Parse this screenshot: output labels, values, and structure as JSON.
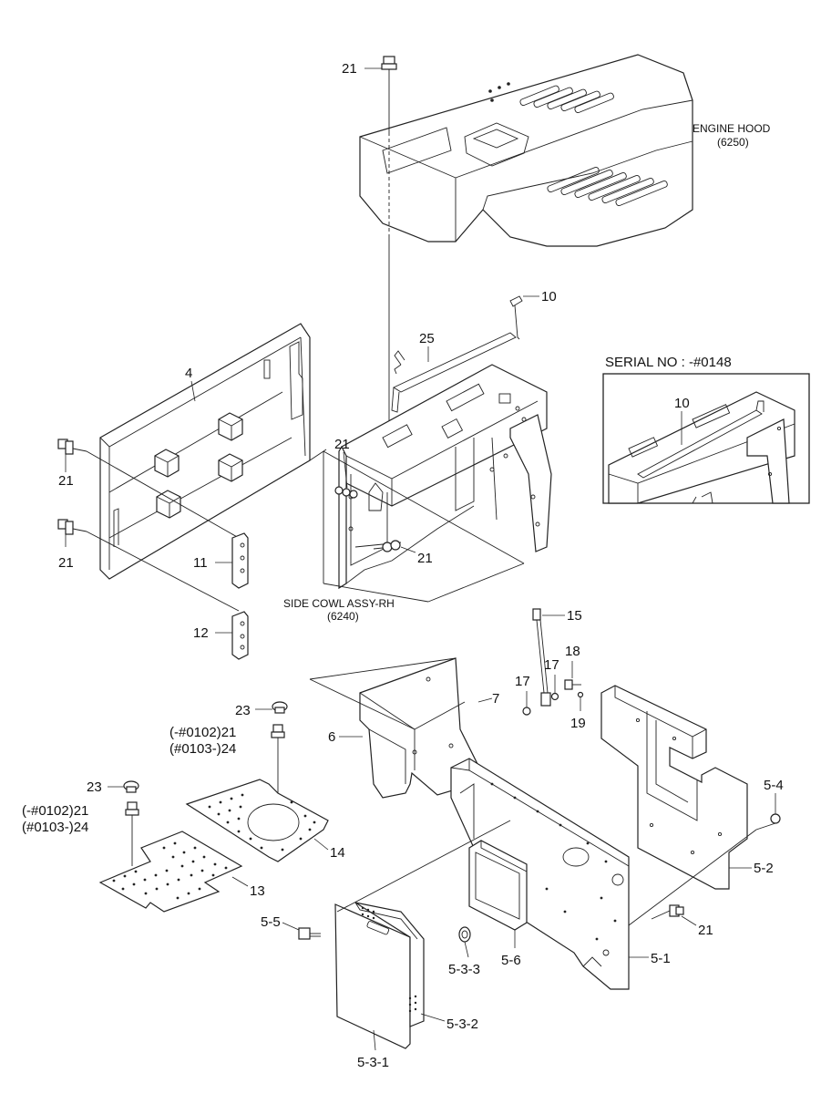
{
  "labels": {
    "engine_hood": "ENGINE HOOD",
    "engine_hood_code": "(6250)",
    "serial_no": "SERIAL NO : -#0148",
    "side_cowl": "SIDE COWL ASSY-RH",
    "side_cowl_code": "(6240)",
    "p21_top": "21",
    "p10": "10",
    "p25": "25",
    "p4": "4",
    "p21_left_a": "21",
    "p21_left_b": "21",
    "p21_cowl_a": "21",
    "p21_cowl_b": "21",
    "p11": "11",
    "p12": "12",
    "p10_inset": "10",
    "p15": "15",
    "p17_a": "17",
    "p17_b": "17",
    "p18": "18",
    "p19": "19",
    "p7": "7",
    "p6": "6",
    "p23_a": "23",
    "p23_b": "23",
    "serial_a_21": "(-#0102)21",
    "serial_a_24": "(#0103-)24",
    "serial_b_21": "(-#0102)21",
    "serial_b_24": "(#0103-)24",
    "p14": "14",
    "p13": "13",
    "p5_4": "5-4",
    "p5_2": "5-2",
    "p21_right": "21",
    "p5_1": "5-1",
    "p5_5": "5-5",
    "p5_3_3": "5-3-3",
    "p5_6": "5-6",
    "p5_3_2": "5-3-2",
    "p5_3_1": "5-3-1"
  }
}
